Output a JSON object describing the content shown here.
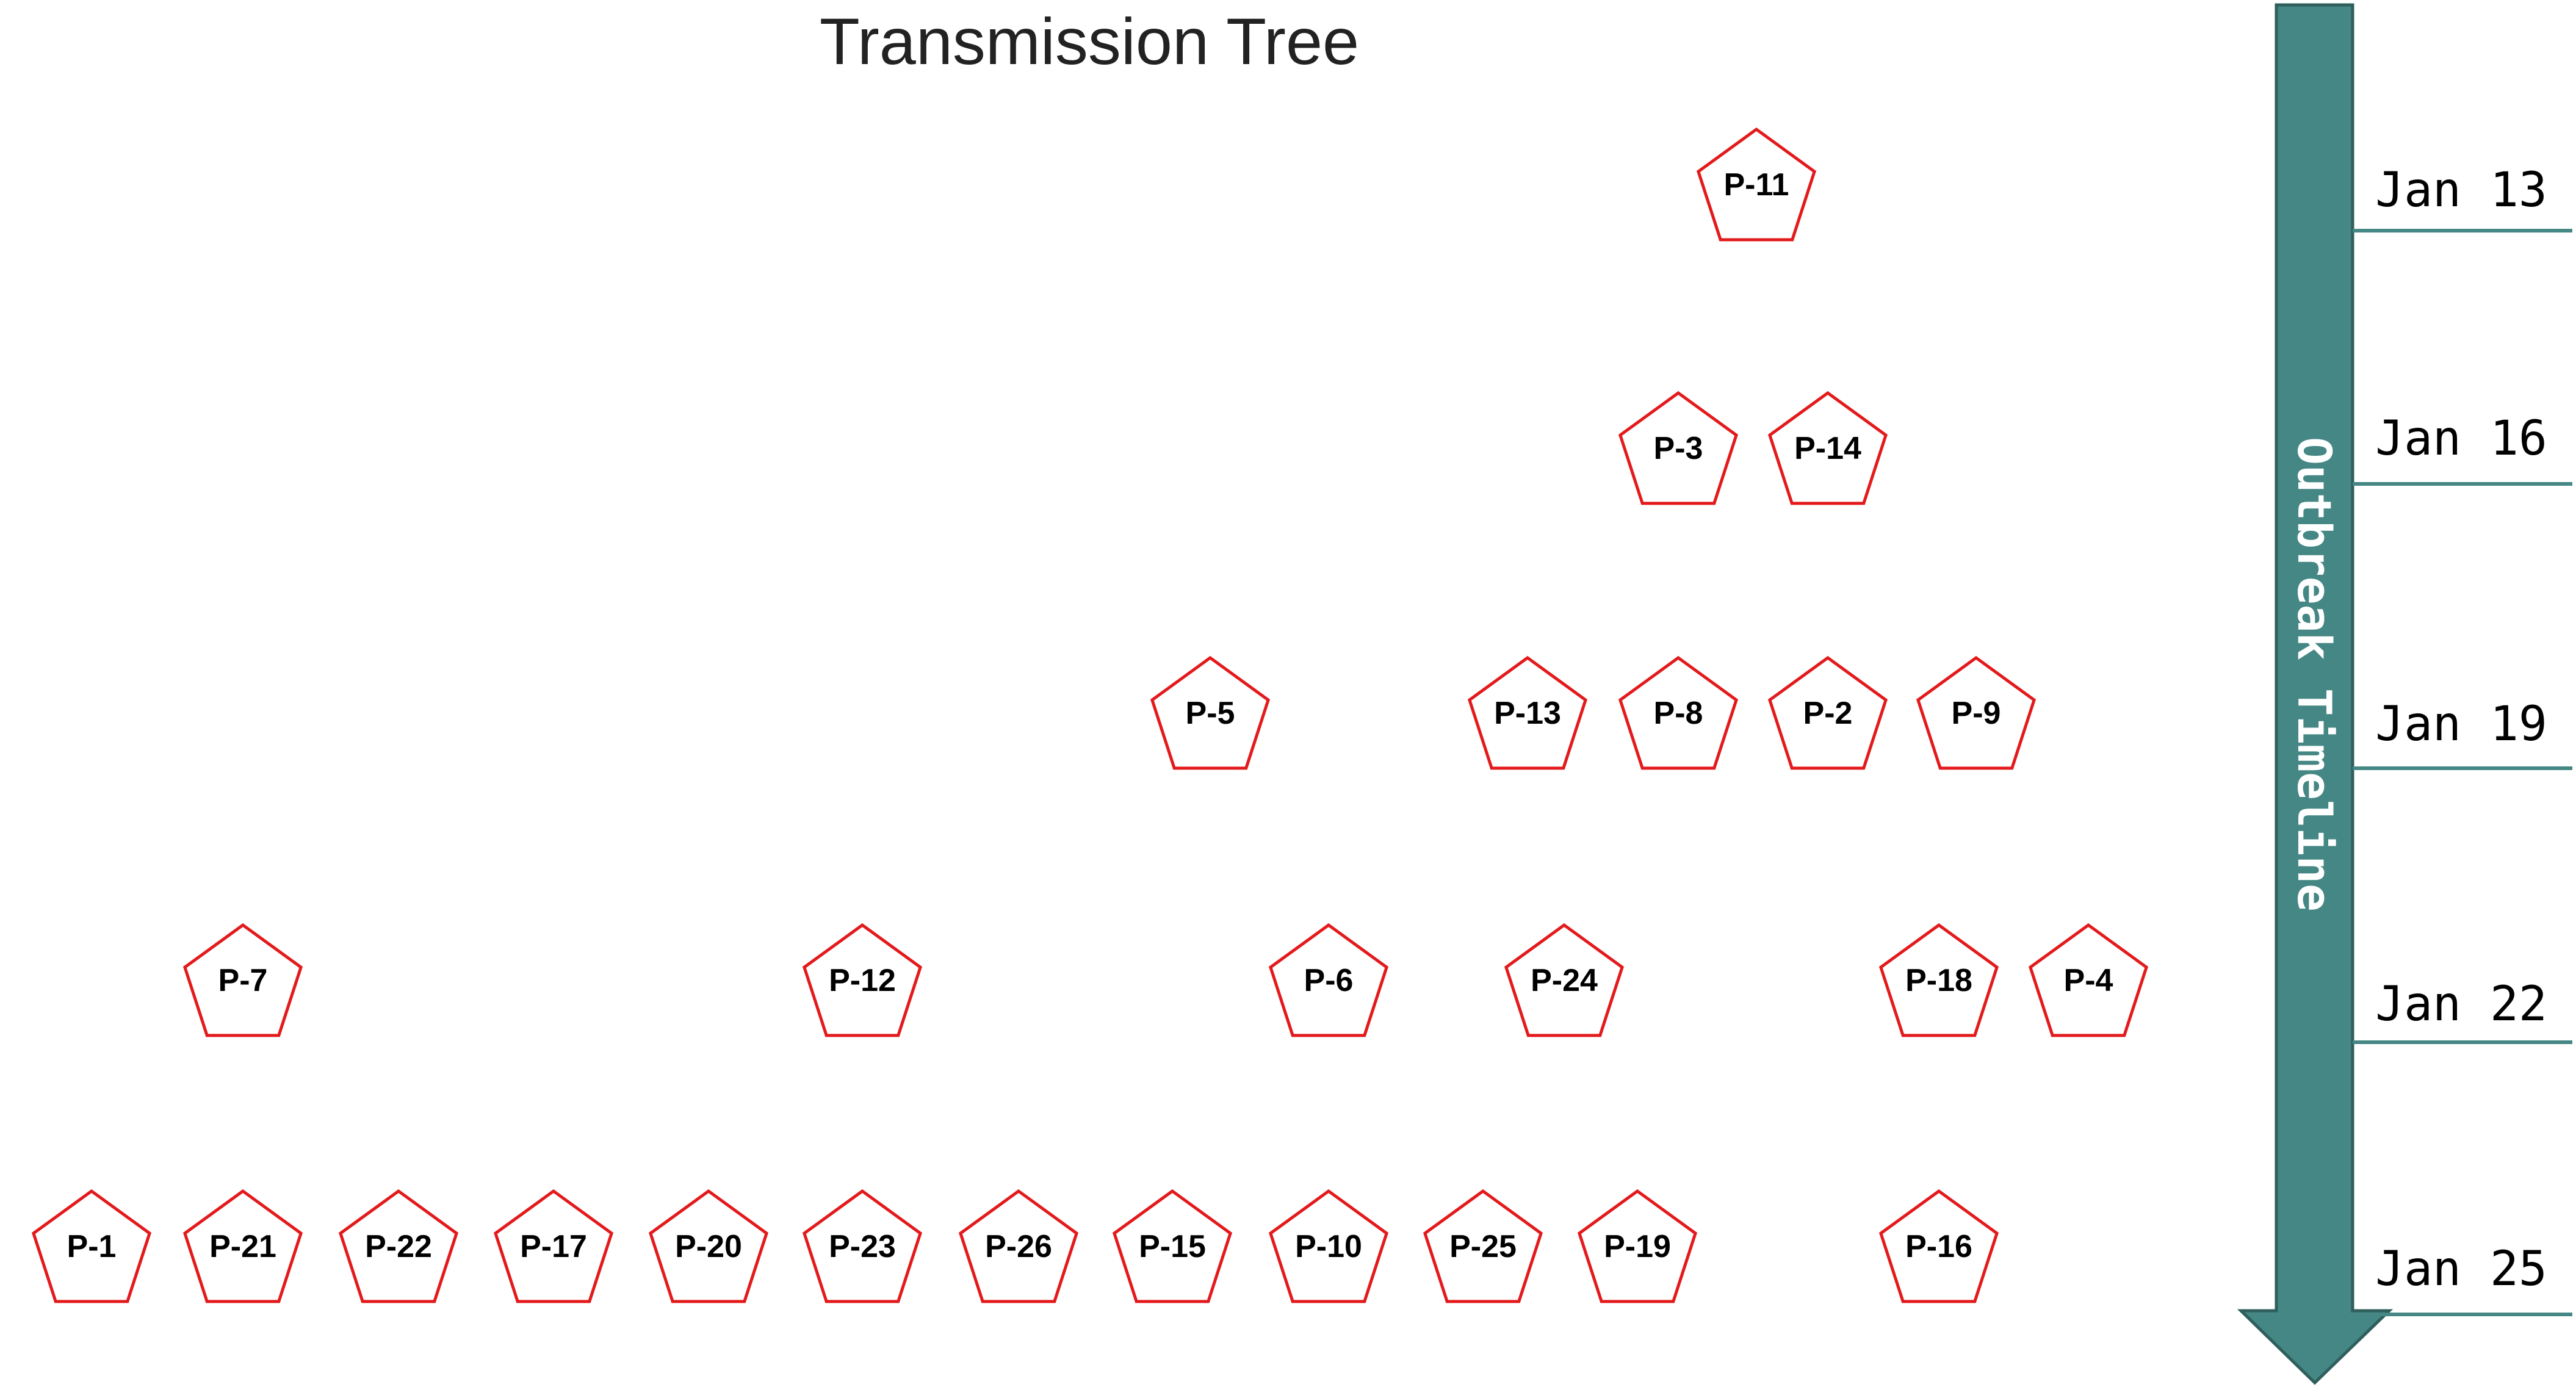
{
  "title": "Transmission Tree",
  "timeline": {
    "label": "Outbreak Timeline",
    "color": "#448784",
    "dates": [
      "Jan 13",
      "Jan 16",
      "Jan 19",
      "Jan 22",
      "Jan 25"
    ]
  },
  "node_style": {
    "stroke": "#e31a1c",
    "fill": "#ffffff",
    "shape": "pentagon"
  },
  "nodes": [
    {
      "id": "P-11",
      "date": "Jan 13"
    },
    {
      "id": "P-3",
      "date": "Jan 16"
    },
    {
      "id": "P-14",
      "date": "Jan 16"
    },
    {
      "id": "P-5",
      "date": "Jan 19"
    },
    {
      "id": "P-13",
      "date": "Jan 19"
    },
    {
      "id": "P-8",
      "date": "Jan 19"
    },
    {
      "id": "P-2",
      "date": "Jan 19"
    },
    {
      "id": "P-9",
      "date": "Jan 19"
    },
    {
      "id": "P-7",
      "date": "Jan 22"
    },
    {
      "id": "P-12",
      "date": "Jan 22"
    },
    {
      "id": "P-6",
      "date": "Jan 22"
    },
    {
      "id": "P-24",
      "date": "Jan 22"
    },
    {
      "id": "P-18",
      "date": "Jan 22"
    },
    {
      "id": "P-4",
      "date": "Jan 22"
    },
    {
      "id": "P-1",
      "date": "Jan 25"
    },
    {
      "id": "P-21",
      "date": "Jan 25"
    },
    {
      "id": "P-22",
      "date": "Jan 25"
    },
    {
      "id": "P-17",
      "date": "Jan 25"
    },
    {
      "id": "P-20",
      "date": "Jan 25"
    },
    {
      "id": "P-23",
      "date": "Jan 25"
    },
    {
      "id": "P-26",
      "date": "Jan 25"
    },
    {
      "id": "P-15",
      "date": "Jan 25"
    },
    {
      "id": "P-10",
      "date": "Jan 25"
    },
    {
      "id": "P-25",
      "date": "Jan 25"
    },
    {
      "id": "P-19",
      "date": "Jan 25"
    },
    {
      "id": "P-16",
      "date": "Jan 25"
    }
  ]
}
